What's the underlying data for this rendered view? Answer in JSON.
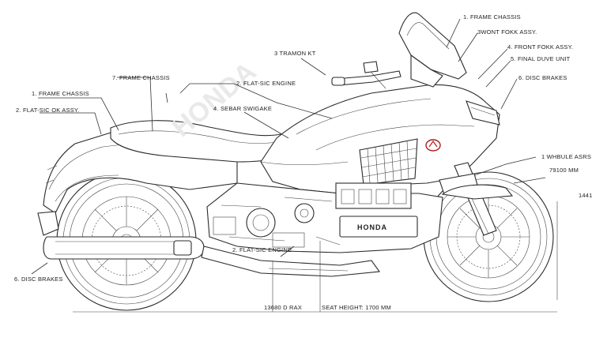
{
  "labels": {
    "frame_chassis_top": "1. FRAME CHASSIS",
    "front_fork_assy_a": "3WONT FOKK ASSY.",
    "front_fork_assy_b": "4. FRONT FOKK ASSY.",
    "final_drive_unit": "5. FINAL DUVE UNIT",
    "disc_brakes_right": "6. DISC BRAKES",
    "tramon_kt": "3 TRAMON KT",
    "frame_chassis_mid": "7. FRAME CHASSIS",
    "flat_six_engine": "2. FLAT-SIC ENGINE",
    "frame_chassis_left": "1. FRAME CHASSIS",
    "flat_six_ok_assy": "2. FLAT-SIC OK ASSY.",
    "sear_swigake": "4. SEBAR SWIGAKE",
    "wheelbase_label": "1 WHBULE ASRS",
    "wheelbase_value": "79100 MM",
    "tail_value": "1441",
    "flat_six_lower": "2. FLAT-SIC ENGINE",
    "disc_brakes_left": "6. DISC BRAKES",
    "length_value": "13680 D RAX",
    "seat_height": "SEAT HEIGHT: 1700 MM",
    "engine_badge": "HONDA"
  },
  "colors": {
    "line": "#2a2a2a",
    "emblem": "#b01e1e",
    "watermark": "#e6e6e6"
  }
}
